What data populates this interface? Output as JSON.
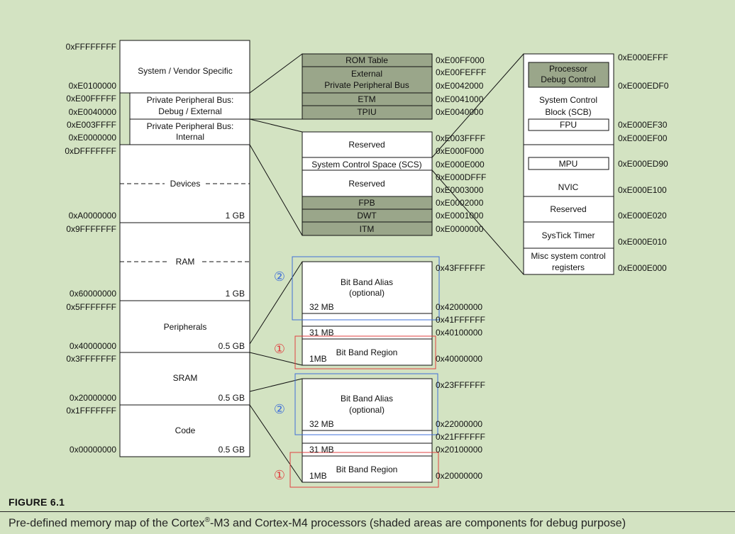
{
  "main_map": {
    "addresses": [
      "0xFFFFFFFF",
      "0xE0100000",
      "0xE00FFFFF",
      "0xE0040000",
      "0xE003FFFF",
      "0xE0000000",
      "0xDFFFFFFF",
      "0xA0000000",
      "0x9FFFFFFF",
      "0x60000000",
      "0x5FFFFFFF",
      "0x40000000",
      "0x3FFFFFFF",
      "0x20000000",
      "0x1FFFFFFF",
      "0x00000000"
    ],
    "regions": {
      "system_vendor": "System / Vendor Specific",
      "ppb_debug": [
        "Private Peripheral Bus:",
        "Debug / External"
      ],
      "ppb_internal": [
        "Private Peripheral Bus:",
        "Internal"
      ],
      "devices": "Devices",
      "ram": "RAM",
      "peripherals": "Peripherals",
      "sram": "SRAM",
      "code": "Code"
    },
    "sizes": {
      "devices": "1 GB",
      "ram": "1 GB",
      "peripherals": "0.5 GB",
      "sram": "0.5 GB",
      "code": "0.5 GB"
    }
  },
  "ppb_debug_detail": {
    "blocks": [
      {
        "label": [
          "ROM Table"
        ],
        "shaded": true
      },
      {
        "label": [
          "External",
          "Private Peripheral Bus"
        ],
        "shaded": true
      },
      {
        "label": [
          "ETM"
        ],
        "shaded": true
      },
      {
        "label": [
          "TPIU"
        ],
        "shaded": true
      }
    ],
    "addresses": [
      "0xE00FF000",
      "0xE00FEFFF",
      "0xE0042000",
      "0xE0041000",
      "0xE0040000"
    ]
  },
  "ppb_internal_detail": {
    "blocks": [
      {
        "label": [
          "Reserved"
        ],
        "shaded": false
      },
      {
        "label": [
          "System Control Space (SCS)"
        ],
        "shaded": false
      },
      {
        "label": [
          "Reserved"
        ],
        "shaded": false
      },
      {
        "label": [
          "FPB"
        ],
        "shaded": true
      },
      {
        "label": [
          "DWT"
        ],
        "shaded": true
      },
      {
        "label": [
          "ITM"
        ],
        "shaded": true
      }
    ],
    "addresses": [
      "0xE003FFFF",
      "0xE000F000",
      "0xE000E000",
      "0xE000DFFF",
      "0xE0003000",
      "0xE0002000",
      "0xE0001000",
      "0xE0000000"
    ]
  },
  "scs_detail": {
    "processor_debug": [
      "Processor",
      "Debug Control"
    ],
    "scb": [
      "System Control",
      "Block (SCB)"
    ],
    "fpu": "FPU",
    "mpu": "MPU",
    "nvic": "NVIC",
    "reserved": "Reserved",
    "systick": "SysTick Timer",
    "misc": [
      "Misc system control",
      "registers"
    ],
    "addresses": [
      "0xE000EFFF",
      "0xE000EDF0",
      "0xE000EF30",
      "0xE000EF00",
      "0xE000ED90",
      "0xE000E100",
      "0xE000E020",
      "0xE000E010",
      "0xE000E000"
    ]
  },
  "bit_band_peripherals": {
    "alias_label": [
      "Bit Band Alias",
      "(optional)"
    ],
    "alias_size": "32 MB",
    "gap_size": "31 MB",
    "region_label": "Bit Band Region",
    "region_size": "1MB",
    "addresses": [
      "0x43FFFFFF",
      "0x42000000",
      "0x41FFFFFF",
      "0x40100000",
      "0x40000000"
    ]
  },
  "bit_band_sram": {
    "alias_label": [
      "Bit Band Alias",
      "(optional)"
    ],
    "alias_size": "32 MB",
    "gap_size": "31 MB",
    "region_label": "Bit Band Region",
    "region_size": "1MB",
    "addresses": [
      "0x23FFFFFF",
      "0x22000000",
      "0x21FFFFFF",
      "0x20100000",
      "0x20000000"
    ]
  },
  "markers": {
    "region": "①",
    "alias": "②"
  },
  "colors": {
    "shaded": "#9aa68a",
    "white": "#ffffff",
    "blue_frame": "#3f6fd8",
    "red_frame": "#e04040",
    "marker_blue": "#3f6fd8",
    "marker_red": "#e04040"
  },
  "caption": {
    "label": "FIGURE 6.1",
    "text_pre": "Pre-defined memory map of the Cortex",
    "text_reg": "®",
    "text_post": "-M3 and Cortex-M4 processors (shaded areas are components for debug purpose)"
  }
}
